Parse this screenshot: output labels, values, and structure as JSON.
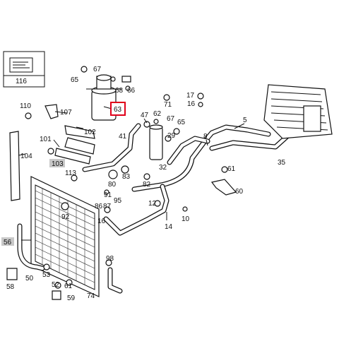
{
  "diagram": {
    "labels": [
      "116",
      "67",
      "65",
      "68",
      "66",
      "63",
      "110",
      "107",
      "102",
      "47",
      "62",
      "71",
      "17",
      "16",
      "67",
      "29",
      "65",
      "41",
      "5",
      "8",
      "101",
      "104",
      "103",
      "113",
      "80",
      "83",
      "82",
      "86",
      "87",
      "91",
      "95",
      "92",
      "32",
      "61",
      "60",
      "35",
      "12",
      "16",
      "14",
      "10",
      "56",
      "98",
      "50",
      "53",
      "58",
      "52",
      "61",
      "59",
      "74"
    ],
    "highlighted": [
      "63"
    ],
    "shaded": [
      "103",
      "56"
    ],
    "highlight_color": "#e0001a",
    "shade_color": "#c8c8c8"
  }
}
